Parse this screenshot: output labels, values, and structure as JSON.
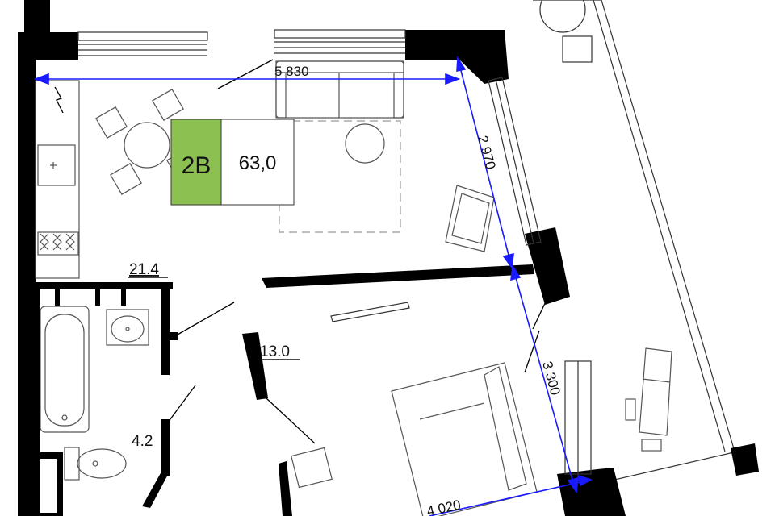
{
  "unit": {
    "type": "2B",
    "total_area": "63,0",
    "type_color": "#8cc152"
  },
  "rooms": {
    "living_kitchen_area": "21.4",
    "bedroom_area": "13.0",
    "bathroom_area": "4.2"
  },
  "dimensions": {
    "living_width": "5 830",
    "living_depth": "2 970",
    "bedroom_depth": "3 300",
    "bedroom_width": "4 020",
    "line_color": "#1a1aff"
  },
  "colors": {
    "wall": "#000000",
    "furniture_stroke": "#555555"
  }
}
